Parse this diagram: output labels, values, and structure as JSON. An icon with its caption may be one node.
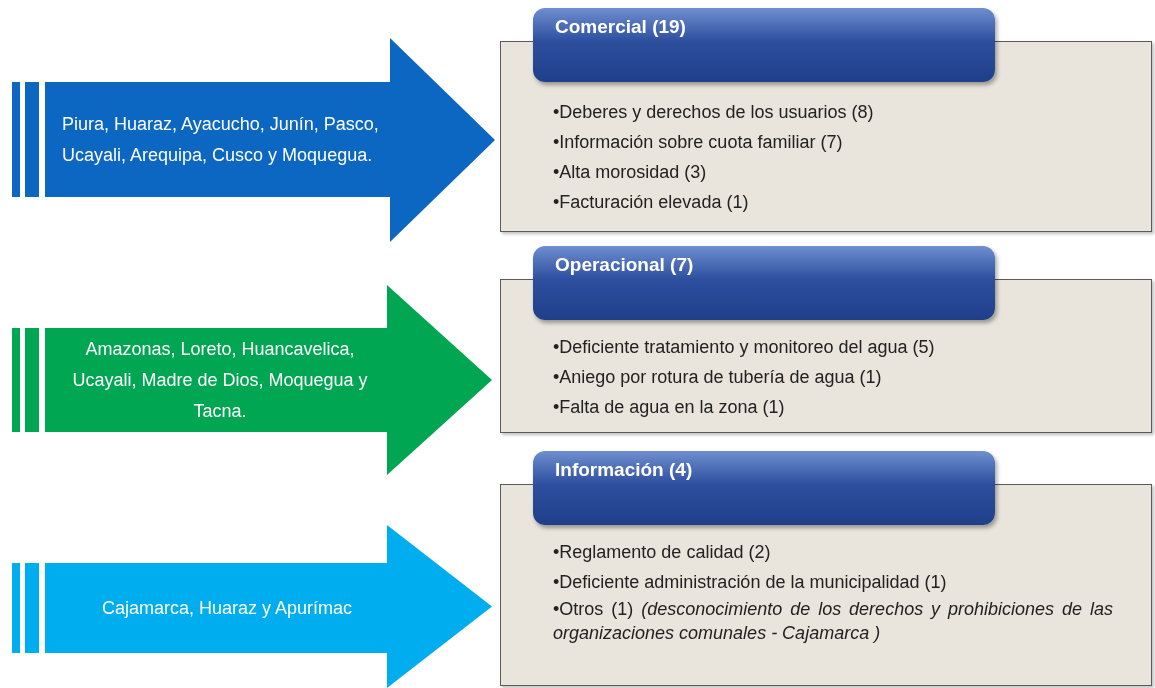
{
  "diagram": {
    "nodes": [
      {
        "text": [
          "Piura, Huaraz, Ayacucho, Junín, Pasco, Ucayali, Arequipa, Cusco y Moquegua."
        ]
      },
      {
        "text": [
          "Comercial (19)",
          "•Deberes y derechos de los usuarios (8)",
          "•Información sobre cuota familiar (7)",
          "•Alta morosidad (3)",
          "•Facturación elevada (1)"
        ]
      },
      {
        "text": [
          "Amazonas, Loreto, Huancavelica, Ucayali, Madre de Dios, Moquegua y Tacna."
        ]
      },
      {
        "text": [
          "Operacional (7)",
          "•Deficiente tratamiento y monitoreo del agua (5)",
          "•Aniego por rotura de tubería de agua (1)",
          "•Falta de agua en la zona (1)"
        ]
      },
      {
        "text": [
          "Cajamarca, Huaraz y Apurímac"
        ]
      },
      {
        "text": [
          "Información (4)",
          "•Reglamento de calidad (2)",
          "•Deficiente administración de la municipalidad (1)",
          "•Otros (1) *(desconocimiento de los derechos y prohibiciones de las organizaciones comunales - Cajamarca )*"
        ]
      }
    ]
  }
}
